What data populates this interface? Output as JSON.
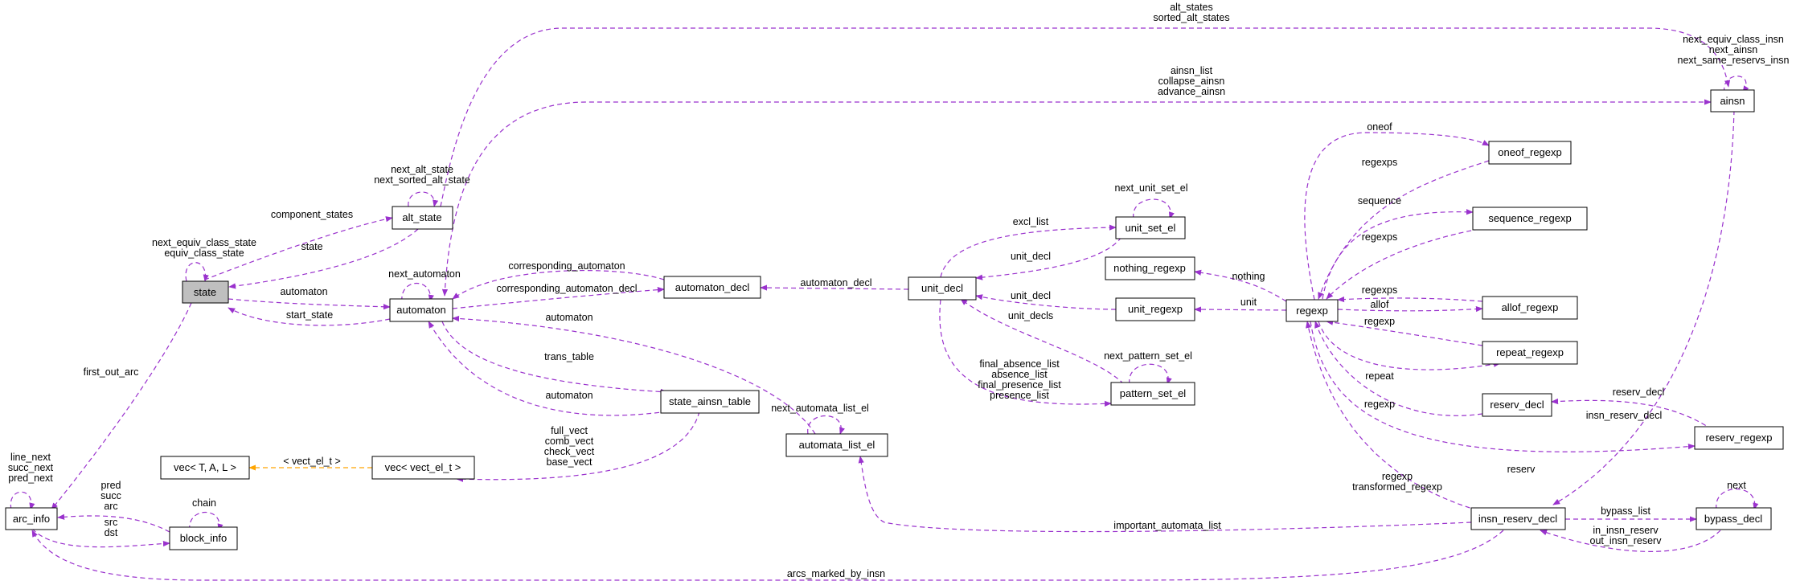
{
  "colors": {
    "edge": "#9a32cd",
    "template_edge": "#ffa500",
    "node_border": "#000000",
    "highlight_fill": "#bfbfbf",
    "label": "#000000"
  },
  "nodes": {
    "state": "state",
    "alt_state": "alt_state",
    "automaton": "automaton",
    "automaton_decl": "automaton_decl",
    "unit_decl": "unit_decl",
    "unit_set_el": "unit_set_el",
    "nothing_regexp": "nothing_regexp",
    "unit_regexp": "unit_regexp",
    "pattern_set_el": "pattern_set_el",
    "regexp": "regexp",
    "oneof_regexp": "oneof_regexp",
    "sequence_regexp": "sequence_regexp",
    "allof_regexp": "allof_regexp",
    "repeat_regexp": "repeat_regexp",
    "reserv_decl": "reserv_decl",
    "reserv_regexp": "reserv_regexp",
    "ainsn": "ainsn",
    "insn_reserv_decl": "insn_reserv_decl",
    "bypass_decl": "bypass_decl",
    "state_ainsn_table": "state_ainsn_table",
    "automata_list_el": "automata_list_el",
    "vec_generic": "vec< T, A, L >",
    "vec_vect_el": "vec< vect_el_t >",
    "arc_info": "arc_info",
    "block_info": "block_info"
  },
  "labels": {
    "alt_states": [
      "alt_states",
      "sorted_alt_states"
    ],
    "ainsn_links": [
      "ainsn_list",
      "collapse_ainsn",
      "advance_ainsn"
    ],
    "ainsn_self": [
      "next_equiv_class_insn",
      "next_ainsn",
      "next_same_reservs_insn"
    ],
    "alt_state_self": [
      "next_alt_state",
      "next_sorted_alt_state"
    ],
    "component_states": [
      "component_states"
    ],
    "state_self": [
      "next_equiv_class_state",
      "equiv_class_state"
    ],
    "state_from_alt": [
      "state"
    ],
    "automaton_from_state": [
      "automaton"
    ],
    "start_state": [
      "start_state"
    ],
    "next_automaton": [
      "next_automaton"
    ],
    "corresponding_automaton": [
      "corresponding_automaton"
    ],
    "corresponding_automaton_decl": [
      "corresponding_automaton_decl"
    ],
    "automaton_decl": [
      "automaton_decl"
    ],
    "automaton_from_list": [
      "automaton"
    ],
    "trans_table": [
      "trans_table"
    ],
    "automaton_from_table": [
      "automaton"
    ],
    "next_automata_list_el": [
      "next_automata_list_el"
    ],
    "vect_fields": [
      "full_vect",
      "comb_vect",
      "check_vect",
      "base_vect"
    ],
    "vect_el_t": [
      "< vect_el_t >"
    ],
    "first_out_arc": [
      "first_out_arc"
    ],
    "arc_self": [
      "line_next",
      "succ_next",
      "pred_next"
    ],
    "arc_block": [
      "pred",
      "succ",
      "arc"
    ],
    "arc_block2": [
      "src",
      "dst"
    ],
    "chain": [
      "chain"
    ],
    "excl_list": [
      "excl_list"
    ],
    "next_unit_set_el": [
      "next_unit_set_el"
    ],
    "unit_decl_from_set": [
      "unit_decl"
    ],
    "unit_decl_from_regexp": [
      "unit_decl"
    ],
    "unit_decls": [
      "unit_decls"
    ],
    "pattern_lists": [
      "final_absence_list",
      "absence_list",
      "final_presence_list",
      "presence_list"
    ],
    "next_pattern_set_el": [
      "next_pattern_set_el"
    ],
    "nothing": [
      "nothing"
    ],
    "unit": [
      "unit"
    ],
    "oneof": [
      "oneof"
    ],
    "regexps_oneof": [
      "regexps"
    ],
    "sequence": [
      "sequence"
    ],
    "regexps_sequence": [
      "regexps"
    ],
    "regexps_allof": [
      "regexps"
    ],
    "allof": [
      "allof"
    ],
    "regexp_repeat": [
      "regexp"
    ],
    "repeat": [
      "repeat"
    ],
    "regexp_reserv": [
      "regexp"
    ],
    "reserv_decl": [
      "reserv_decl"
    ],
    "insn_reserv_decl": [
      "insn_reserv_decl"
    ],
    "reserv": [
      "reserv"
    ],
    "regexp_transformed": [
      "regexp",
      "transformed_regexp"
    ],
    "important_automata_list": [
      "important_automata_list"
    ],
    "bypass_list": [
      "bypass_list"
    ],
    "next": [
      "next"
    ],
    "in_out_insn_reserv": [
      "in_insn_reserv",
      "out_insn_reserv"
    ],
    "arcs_marked_by_insn": [
      "arcs_marked_by_insn"
    ]
  }
}
